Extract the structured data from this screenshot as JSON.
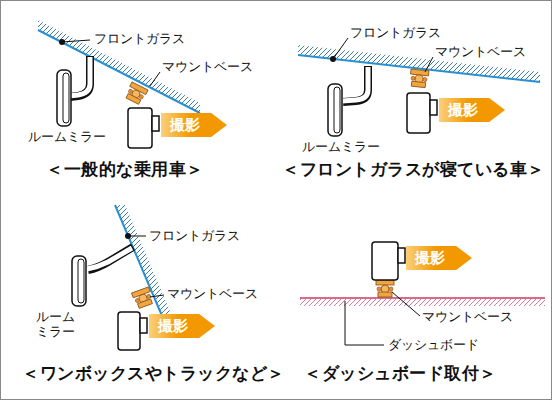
{
  "diagram": {
    "nodes": [
      {
        "text": [
          "撮影"
        ]
      },
      {
        "text": [
          "撮影"
        ]
      },
      {
        "text": [
          "撮影"
        ]
      },
      {
        "text": [
          "撮影"
        ]
      }
    ],
    "labels": [
      "フロントガラス",
      "マウントベース",
      "ルームミラー",
      "＜一般的な乗用車＞",
      "フロントガラス",
      "マウントベース",
      "ルームミラー",
      "＜フロントガラスが寝ている車＞",
      "フロントガラス",
      "マウントベース",
      "ルーム ミラー",
      "＜ワンボックスやトラックなど＞",
      "マウントベース",
      "ダッシュボード",
      "＜ダッシュボード取付＞"
    ]
  }
}
